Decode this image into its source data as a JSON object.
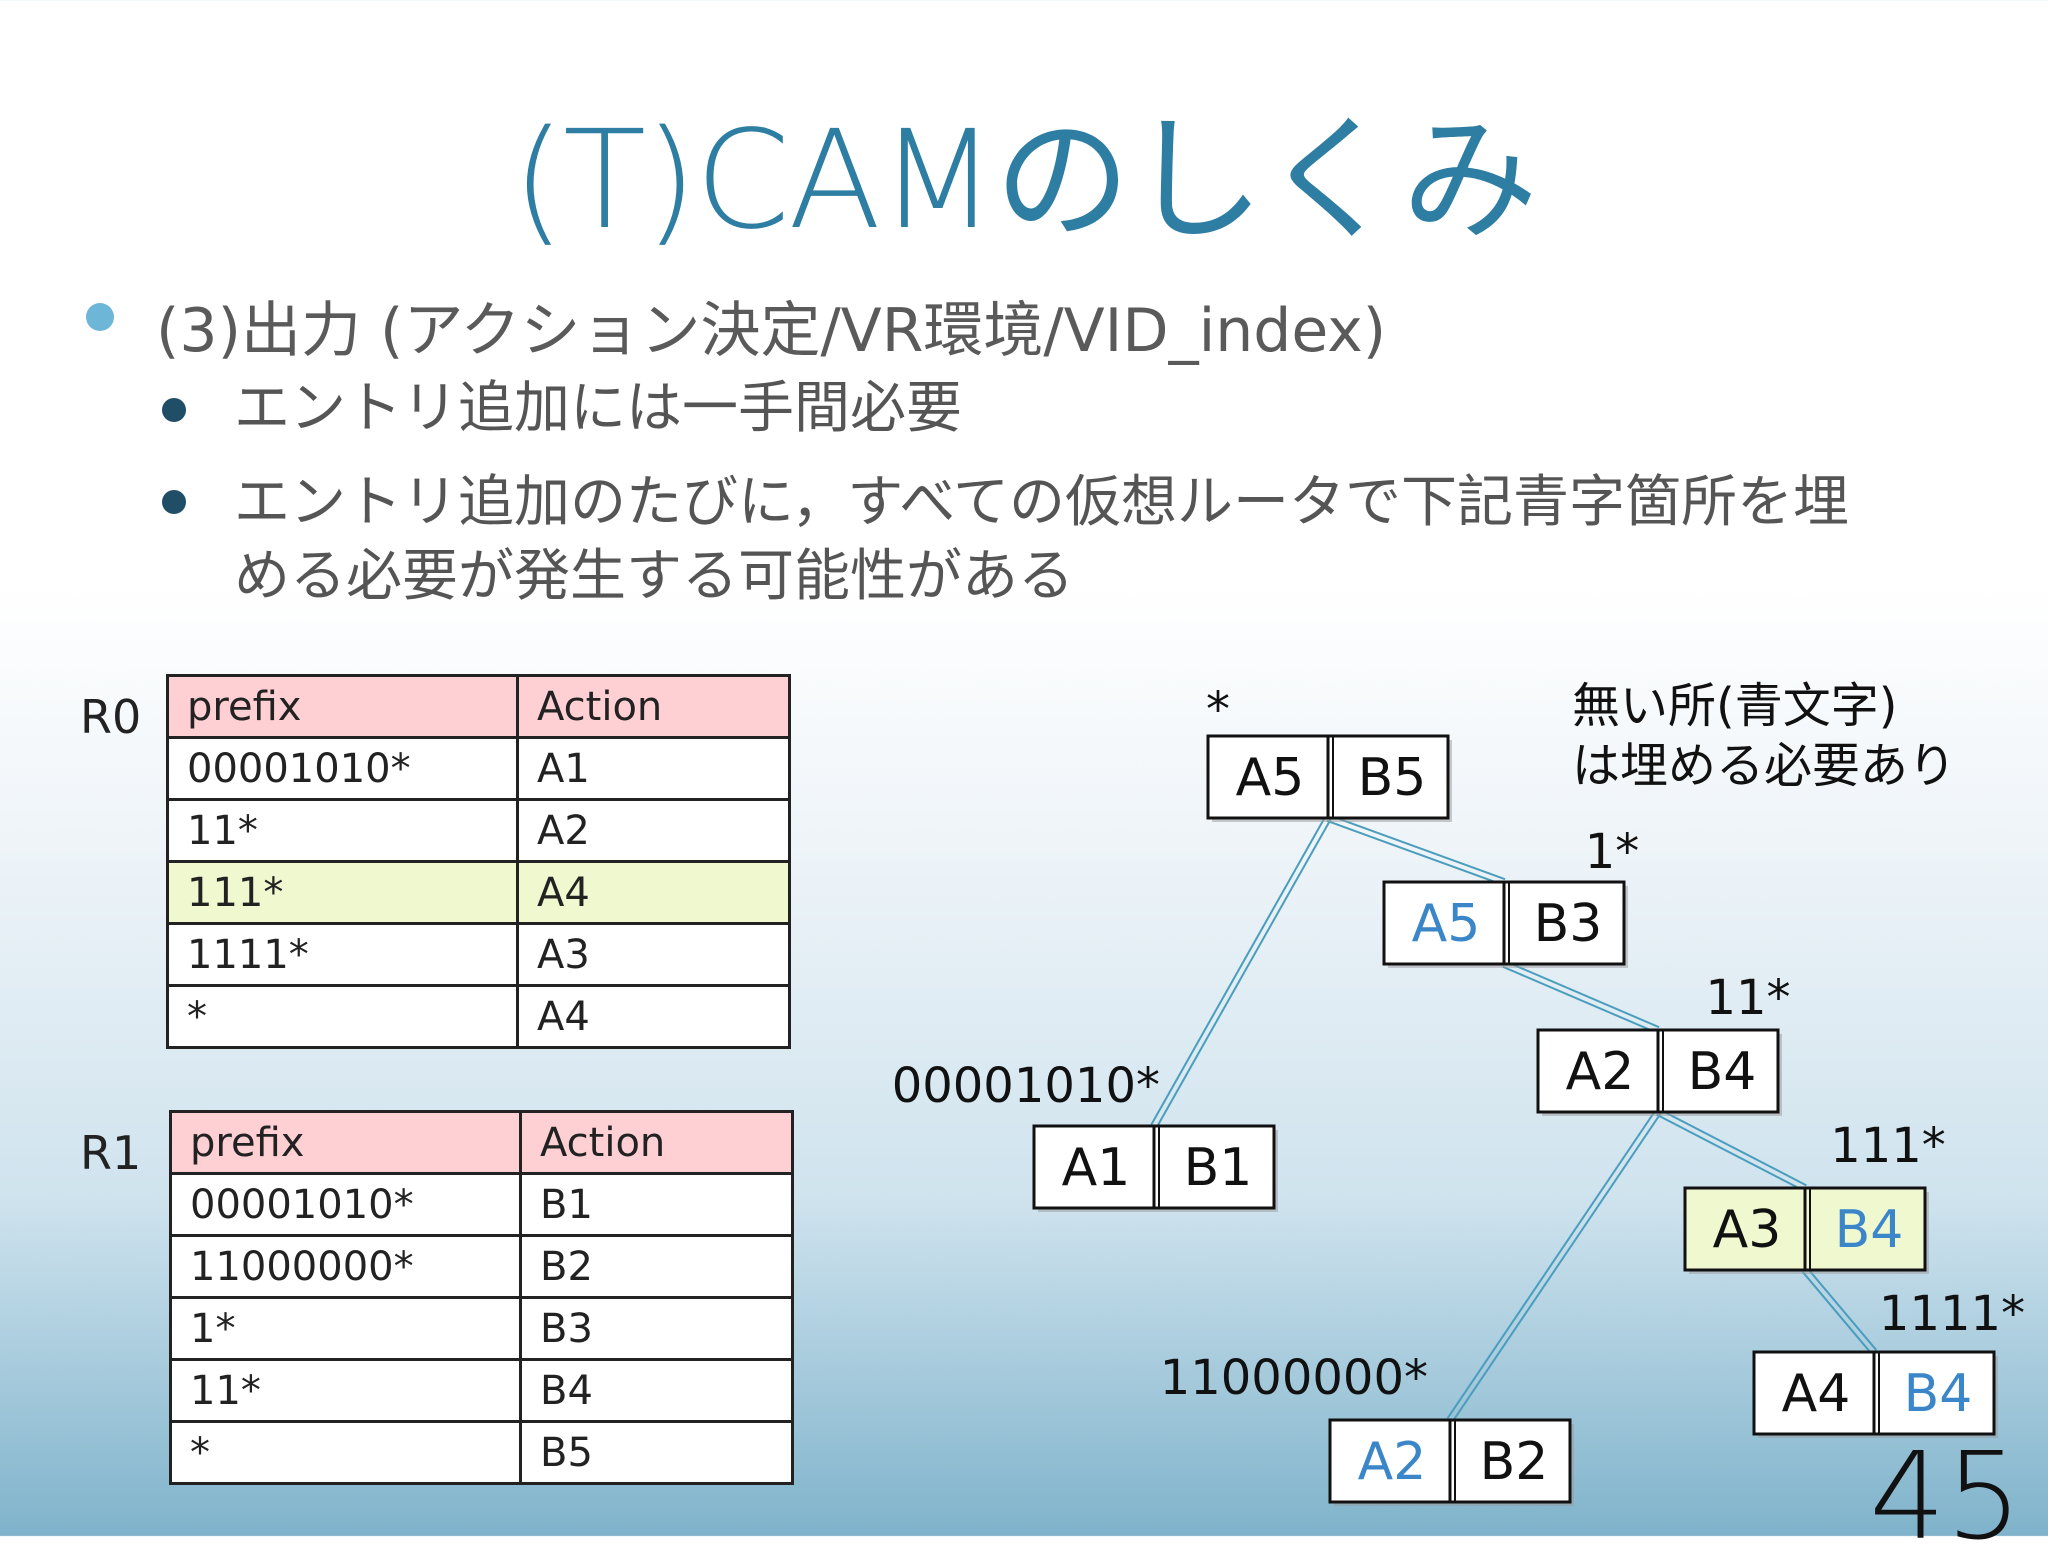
{
  "title": "(T)CAMのしくみ",
  "bullets": {
    "main": "(3)出力 (アクション決定/VR環境/VID_index)",
    "sub1": "エントリ追加には一手間必要",
    "sub2_line1": "エントリ追加のたびに，すべての仮想ルータで下記青字箇所を埋",
    "sub2_line2": "める必要が発生する可能性がある"
  },
  "tables": {
    "r0": {
      "label": "R0",
      "header": [
        "prefix",
        "Action"
      ],
      "rows": [
        [
          "00001010*",
          "A1"
        ],
        [
          "11*",
          "A2"
        ],
        [
          "111*",
          "A4"
        ],
        [
          "1111*",
          "A3"
        ],
        [
          "*",
          "A4"
        ]
      ],
      "highlight_row": 2
    },
    "r1": {
      "label": "R1",
      "header": [
        "prefix",
        "Action"
      ],
      "rows": [
        [
          "00001010*",
          "B1"
        ],
        [
          "11000000*",
          "B2"
        ],
        [
          "1*",
          "B3"
        ],
        [
          "11*",
          "B4"
        ],
        [
          "*",
          "B5"
        ]
      ]
    }
  },
  "note": {
    "line1": "無い所(青文字)",
    "line2": "は埋める必要あり"
  },
  "tree": {
    "nodes": [
      {
        "prefix": "*",
        "a": "A5",
        "b": "B5",
        "a_blue": false,
        "b_blue": false,
        "highlight": false
      },
      {
        "prefix": "1*",
        "a": "A5",
        "b": "B3",
        "a_blue": true,
        "b_blue": false,
        "highlight": false
      },
      {
        "prefix": "11*",
        "a": "A2",
        "b": "B4",
        "a_blue": false,
        "b_blue": false,
        "highlight": false
      },
      {
        "prefix": "00001010*",
        "a": "A1",
        "b": "B1",
        "a_blue": false,
        "b_blue": false,
        "highlight": false
      },
      {
        "prefix": "111*",
        "a": "A3",
        "b": "B4",
        "a_blue": false,
        "b_blue": true,
        "highlight": true
      },
      {
        "prefix": "11000000*",
        "a": "A2",
        "b": "B2",
        "a_blue": true,
        "b_blue": false,
        "highlight": false
      },
      {
        "prefix": "1111*",
        "a": "A4",
        "b": "B4",
        "a_blue": false,
        "b_blue": true,
        "highlight": false
      }
    ]
  },
  "colors": {
    "title": "#2e7ea3",
    "blue_text": "#3a86c8",
    "header_fill": "#ffd0d3",
    "highlight_fill": "#f0f8d0",
    "edge": "#4a9dbd"
  },
  "page_number": "45"
}
